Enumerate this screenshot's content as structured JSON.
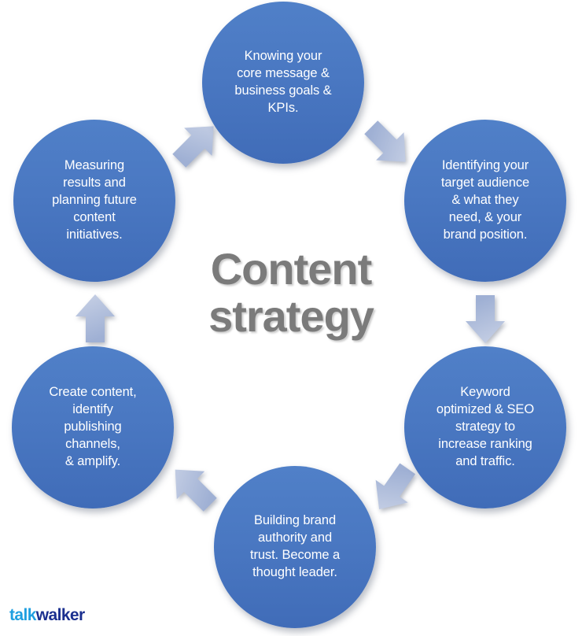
{
  "diagram": {
    "title": "Content\nstrategy",
    "title_color": "#7b7b7b",
    "node_color": "#4a78c2",
    "arrow_color": "#aebad9",
    "background": "#ffffff",
    "type": "cycle",
    "node_count": 6,
    "nodes": [
      {
        "id": "knowing-core-message",
        "position": "top",
        "order": 1,
        "text": "Knowing your\ncore message &\nbusiness goals &\nKPIs."
      },
      {
        "id": "identifying-target-audience",
        "position": "right-upper",
        "order": 2,
        "text": "Identifying your\ntarget audience\n& what they\nneed, & your\nbrand position."
      },
      {
        "id": "keyword-optimized-seo",
        "position": "right-lower",
        "order": 3,
        "text": "Keyword\noptimized & SEO\nstrategy to\nincrease ranking\nand traffic."
      },
      {
        "id": "building-brand-authority",
        "position": "bottom",
        "order": 4,
        "text": "Building brand\nauthority and\ntrust. Become a\nthought leader."
      },
      {
        "id": "create-content-amplify",
        "position": "left-lower",
        "order": 5,
        "text": "Create content,\nidentify\npublishing\nchannels,\n& amplify."
      },
      {
        "id": "measuring-results",
        "position": "left-upper",
        "order": 6,
        "text": "Measuring\nresults and\nplanning future\ncontent\ninitiatives."
      }
    ],
    "arrows": [
      {
        "id": "arrow-left-upper-to-top",
        "direction": "up-right"
      },
      {
        "id": "arrow-top-to-right-upper",
        "direction": "down-right"
      },
      {
        "id": "arrow-right-upper-to-right-lower",
        "direction": "down"
      },
      {
        "id": "arrow-right-lower-to-bottom",
        "direction": "down-left"
      },
      {
        "id": "arrow-bottom-to-left-lower",
        "direction": "up-left"
      },
      {
        "id": "arrow-left-lower-to-left-upper",
        "direction": "up"
      }
    ]
  },
  "logo": {
    "part1": "talk",
    "part2": "walker",
    "part1_color": "#1f9fe0",
    "part2_color": "#1a2f8f"
  }
}
